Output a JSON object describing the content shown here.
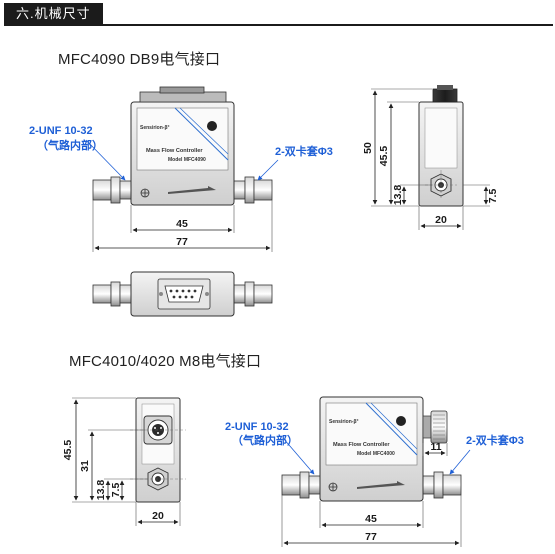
{
  "header": {
    "title": "六.机械尺寸"
  },
  "section1": {
    "title": "MFC4090 DB9电气接口",
    "callout_port": "2-UNF 10-32",
    "callout_port_sub": "（气路内部）",
    "callout_ferrule": "2-双卡套Φ3",
    "brand": "Sensirion-β°",
    "product": "Mass Flow Controller",
    "model": "Model MFC4090",
    "dims": {
      "inner_length": "45",
      "total_length": "77",
      "height": "50",
      "body_height": "45.5",
      "axis_height": "13.8",
      "axis_offset": "7.5",
      "width": "20"
    }
  },
  "section2": {
    "title": "MFC4010/4020 M8电气接口",
    "callout_port": "2-UNF 10-32",
    "callout_port_sub": "（气路内部）",
    "callout_ferrule": "2-双卡套Φ3",
    "brand": "Sensirion-β°",
    "product": "Mass Flow Controller",
    "model": "Model MFC4000",
    "dims": {
      "body_height": "45.5",
      "connector_height": "31",
      "axis_height": "13.8",
      "axis_offset": "7.5",
      "width": "20",
      "connector_offset": "11",
      "inner_length": "45",
      "total_length": "77"
    }
  }
}
